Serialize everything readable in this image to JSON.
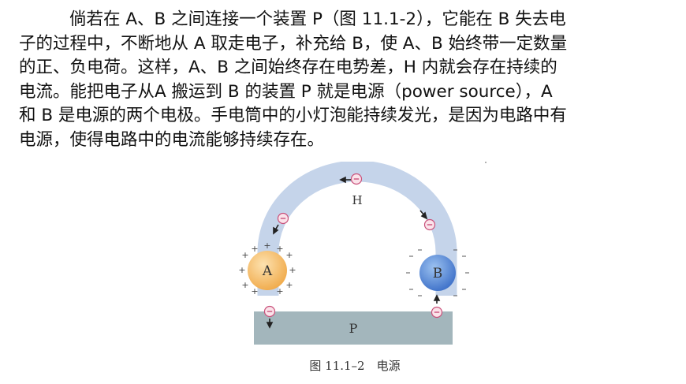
{
  "paragraph": {
    "lines": [
      "倘若在 A、B 之间连接一个装置 P（图 11.1-2），它能在 B 失去电",
      "子的过程中，不断地从 A 取走电子，补充给 B，使 A、B 始终带一定数量",
      "的正、负电荷。这样，A、B 之间始终存在电势差，H 内就会存在持续的",
      "电流。能把电子从A 搬运到 B 的装置 P 就是电源（power source），A",
      "和 B 是电源的两个电极。手电筒中的小灯泡能持续发光，是因为电路中有",
      "电源，使得电路中的电流能够持续存在。"
    ]
  },
  "figure": {
    "label_A": "A",
    "label_B": "B",
    "label_H": "H",
    "label_P": "P",
    "caption": "图 11.1–2　电源"
  }
}
